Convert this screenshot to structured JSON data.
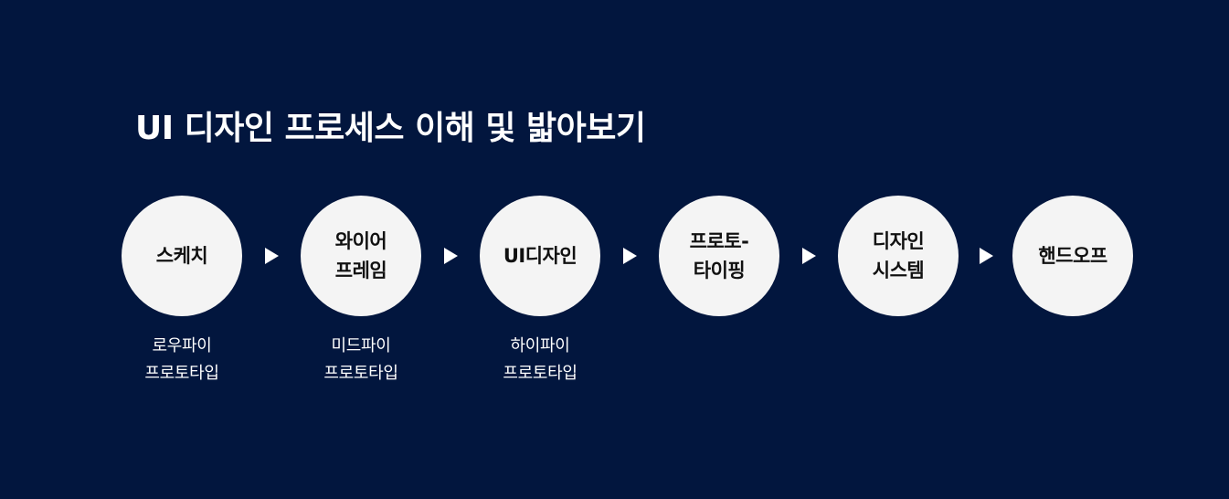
{
  "title": "UI 디자인 프로세스 이해 및 밟아보기",
  "steps": [
    {
      "label_lines": [
        "스케치"
      ],
      "sub_lines": [
        "로우파이",
        "프로토타입"
      ]
    },
    {
      "label_lines": [
        "와이어",
        "프레임"
      ],
      "sub_lines": [
        "미드파이",
        "프로토타입"
      ]
    },
    {
      "label_lines": [
        "UI디자인"
      ],
      "sub_lines": [
        "하이파이",
        "프로토타입"
      ]
    },
    {
      "label_lines": [
        "프로토-",
        "타이핑"
      ],
      "sub_lines": []
    },
    {
      "label_lines": [
        "디자인",
        "시스템"
      ],
      "sub_lines": []
    },
    {
      "label_lines": [
        "핸드오프"
      ],
      "sub_lines": []
    }
  ],
  "colors": {
    "background": "#02163e",
    "circle": "#f4f4f4",
    "text_light": "#ffffff",
    "text_dark": "#111111"
  },
  "icons": {
    "connector": "right-triangle-arrow-icon"
  }
}
